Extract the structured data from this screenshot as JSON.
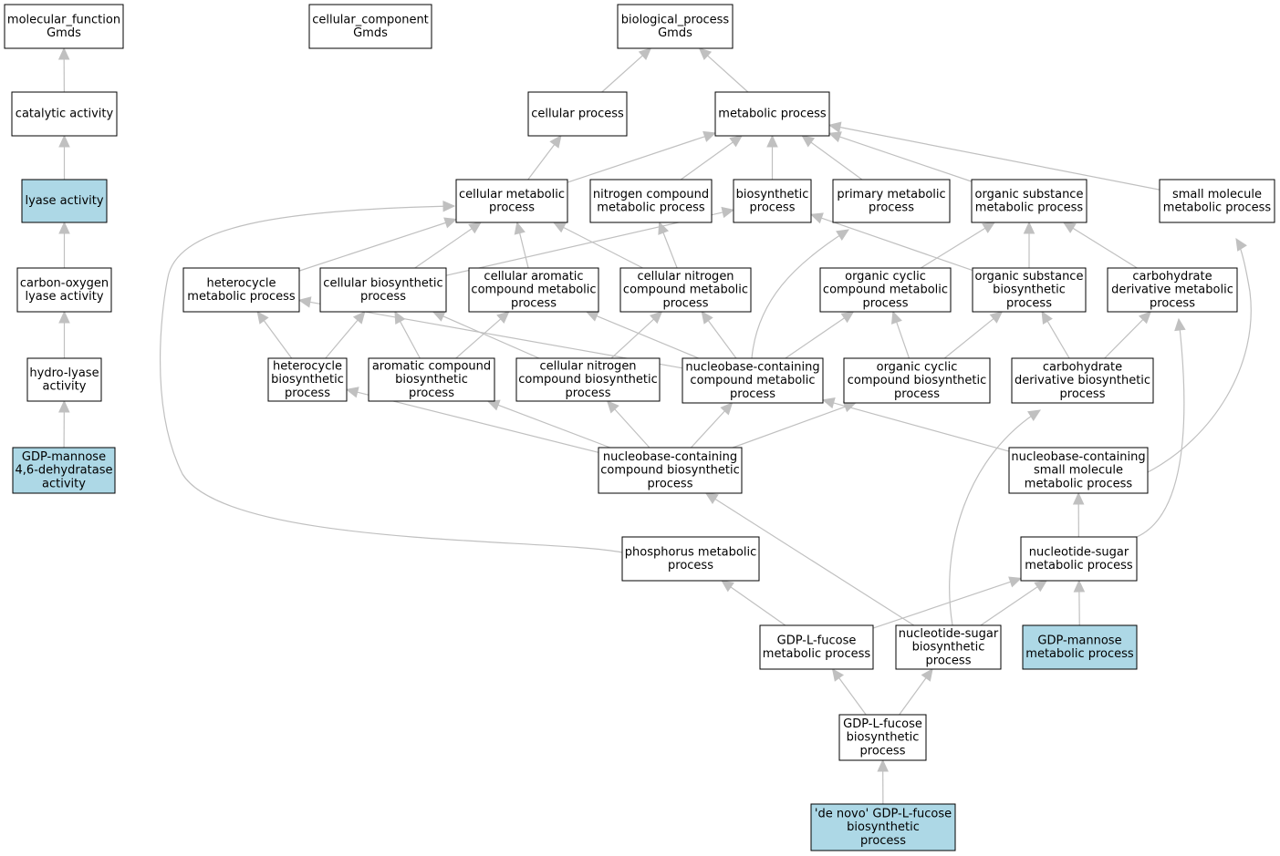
{
  "colors": {
    "highlight": "#add8e6",
    "plain": "#ffffff",
    "edge": "#c0c0c0",
    "border": "#000000"
  },
  "nodes": [
    {
      "id": "mf",
      "lines": [
        "molecular_function",
        "Gmds"
      ],
      "highlighted": false
    },
    {
      "id": "cc",
      "lines": [
        "cellular_component",
        "Gmds"
      ],
      "highlighted": false
    },
    {
      "id": "bp",
      "lines": [
        "biological_process",
        "Gmds"
      ],
      "highlighted": false
    },
    {
      "id": "catalytic",
      "lines": [
        "catalytic activity"
      ],
      "highlighted": false
    },
    {
      "id": "lyase",
      "lines": [
        "lyase activity"
      ],
      "highlighted": true
    },
    {
      "id": "colyase",
      "lines": [
        "carbon-oxygen",
        "lyase activity"
      ],
      "highlighted": false
    },
    {
      "id": "hydrolyase",
      "lines": [
        "hydro-lyase",
        "activity"
      ],
      "highlighted": false
    },
    {
      "id": "gmd",
      "lines": [
        "GDP-mannose",
        "4,6-dehydratase",
        "activity"
      ],
      "highlighted": true
    },
    {
      "id": "cellproc",
      "lines": [
        "cellular process"
      ],
      "highlighted": false
    },
    {
      "id": "metproc",
      "lines": [
        "metabolic process"
      ],
      "highlighted": false
    },
    {
      "id": "cellmet",
      "lines": [
        "cellular metabolic",
        "process"
      ],
      "highlighted": false
    },
    {
      "id": "nitromet",
      "lines": [
        "nitrogen compound",
        "metabolic process"
      ],
      "highlighted": false
    },
    {
      "id": "biosyn",
      "lines": [
        "biosynthetic",
        "process"
      ],
      "highlighted": false
    },
    {
      "id": "primmet",
      "lines": [
        "primary metabolic",
        "process"
      ],
      "highlighted": false
    },
    {
      "id": "orgsubmet",
      "lines": [
        "organic substance",
        "metabolic process"
      ],
      "highlighted": false
    },
    {
      "id": "smallmol",
      "lines": [
        "small molecule",
        "metabolic process"
      ],
      "highlighted": false
    },
    {
      "id": "hetmet",
      "lines": [
        "heterocycle",
        "metabolic process"
      ],
      "highlighted": false
    },
    {
      "id": "cellbio",
      "lines": [
        "cellular biosynthetic",
        "process"
      ],
      "highlighted": false
    },
    {
      "id": "cellarom",
      "lines": [
        "cellular aromatic",
        "compound metabolic",
        "process"
      ],
      "highlighted": false
    },
    {
      "id": "cellnitro",
      "lines": [
        "cellular nitrogen",
        "compound metabolic",
        "process"
      ],
      "highlighted": false
    },
    {
      "id": "orgcycmet",
      "lines": [
        "organic cyclic",
        "compound metabolic",
        "process"
      ],
      "highlighted": false
    },
    {
      "id": "orgsubbio",
      "lines": [
        "organic substance",
        "biosynthetic",
        "process"
      ],
      "highlighted": false
    },
    {
      "id": "carbdermet",
      "lines": [
        "carbohydrate",
        "derivative metabolic",
        "process"
      ],
      "highlighted": false
    },
    {
      "id": "hetbio",
      "lines": [
        "heterocycle",
        "biosynthetic",
        "process"
      ],
      "highlighted": false
    },
    {
      "id": "arombio",
      "lines": [
        "aromatic compound",
        "biosynthetic",
        "process"
      ],
      "highlighted": false
    },
    {
      "id": "cellnitrobio",
      "lines": [
        "cellular nitrogen",
        "compound biosynthetic",
        "process"
      ],
      "highlighted": false
    },
    {
      "id": "nbcmet",
      "lines": [
        "nucleobase-containing",
        "compound metabolic",
        "process"
      ],
      "highlighted": false
    },
    {
      "id": "orgcycbio",
      "lines": [
        "organic cyclic",
        "compound biosynthetic",
        "process"
      ],
      "highlighted": false
    },
    {
      "id": "carbderbio",
      "lines": [
        "carbohydrate",
        "derivative biosynthetic",
        "process"
      ],
      "highlighted": false
    },
    {
      "id": "nbcbio",
      "lines": [
        "nucleobase-containing",
        "compound biosynthetic",
        "process"
      ],
      "highlighted": false
    },
    {
      "id": "nbsmall",
      "lines": [
        "nucleobase-containing",
        "small molecule",
        "metabolic process"
      ],
      "highlighted": false
    },
    {
      "id": "phosmet",
      "lines": [
        "phosphorus metabolic",
        "process"
      ],
      "highlighted": false
    },
    {
      "id": "nsmet",
      "lines": [
        "nucleotide-sugar",
        "metabolic process"
      ],
      "highlighted": false
    },
    {
      "id": "fucmet",
      "lines": [
        "GDP-L-fucose",
        "metabolic process"
      ],
      "highlighted": false
    },
    {
      "id": "nsbio",
      "lines": [
        "nucleotide-sugar",
        "biosynthetic",
        "process"
      ],
      "highlighted": false
    },
    {
      "id": "manmet",
      "lines": [
        "GDP-mannose",
        "metabolic process"
      ],
      "highlighted": true
    },
    {
      "id": "fucbio",
      "lines": [
        "GDP-L-fucose",
        "biosynthetic",
        "process"
      ],
      "highlighted": false
    },
    {
      "id": "denovo",
      "lines": [
        "'de novo' GDP-L-fucose",
        "biosynthetic",
        "process"
      ],
      "highlighted": true
    }
  ],
  "edges": [
    [
      "catalytic",
      "mf"
    ],
    [
      "lyase",
      "catalytic"
    ],
    [
      "colyase",
      "lyase"
    ],
    [
      "hydrolyase",
      "colyase"
    ],
    [
      "gmd",
      "hydrolyase"
    ],
    [
      "cellproc",
      "bp"
    ],
    [
      "metproc",
      "bp"
    ],
    [
      "cellmet",
      "cellproc"
    ],
    [
      "cellmet",
      "metproc"
    ],
    [
      "nitromet",
      "metproc"
    ],
    [
      "biosyn",
      "metproc"
    ],
    [
      "primmet",
      "metproc"
    ],
    [
      "orgsubmet",
      "metproc"
    ],
    [
      "smallmol",
      "metproc"
    ],
    [
      "hetmet",
      "cellmet"
    ],
    [
      "cellbio",
      "cellmet"
    ],
    [
      "cellarom",
      "cellmet"
    ],
    [
      "cellnitro",
      "cellmet"
    ],
    [
      "cellbio",
      "biosyn"
    ],
    [
      "cellnitro",
      "nitromet"
    ],
    [
      "orgcycmet",
      "orgsubmet"
    ],
    [
      "orgsubbio",
      "orgsubmet"
    ],
    [
      "orgsubbio",
      "biosyn"
    ],
    [
      "carbdermet",
      "orgsubmet"
    ],
    [
      "hetbio",
      "hetmet"
    ],
    [
      "hetbio",
      "cellbio"
    ],
    [
      "arombio",
      "cellbio"
    ],
    [
      "arombio",
      "cellarom"
    ],
    [
      "cellnitrobio",
      "cellbio"
    ],
    [
      "cellnitrobio",
      "cellnitro"
    ],
    [
      "nbcmet",
      "hetmet"
    ],
    [
      "nbcmet",
      "cellarom"
    ],
    [
      "nbcmet",
      "cellnitro"
    ],
    [
      "nbcmet",
      "orgcycmet"
    ],
    [
      "nbcmet",
      "primmet"
    ],
    [
      "orgcycbio",
      "orgcycmet"
    ],
    [
      "orgcycbio",
      "orgsubbio"
    ],
    [
      "carbderbio",
      "orgsubbio"
    ],
    [
      "carbderbio",
      "carbdermet"
    ],
    [
      "nbcbio",
      "hetbio"
    ],
    [
      "nbcbio",
      "arombio"
    ],
    [
      "nbcbio",
      "cellnitrobio"
    ],
    [
      "nbcbio",
      "nbcmet"
    ],
    [
      "nbcbio",
      "orgcycbio"
    ],
    [
      "nbsmall",
      "nbcmet"
    ],
    [
      "nbsmall",
      "smallmol"
    ],
    [
      "phosmet",
      "cellmet"
    ],
    [
      "nsmet",
      "nbsmall"
    ],
    [
      "nsmet",
      "carbdermet"
    ],
    [
      "fucmet",
      "phosmet"
    ],
    [
      "fucmet",
      "nsmet"
    ],
    [
      "nsbio",
      "nsmet"
    ],
    [
      "nsbio",
      "nbcbio"
    ],
    [
      "nsbio",
      "carbderbio"
    ],
    [
      "manmet",
      "nsmet"
    ],
    [
      "fucbio",
      "fucmet"
    ],
    [
      "fucbio",
      "nsbio"
    ],
    [
      "denovo",
      "fucbio"
    ]
  ]
}
